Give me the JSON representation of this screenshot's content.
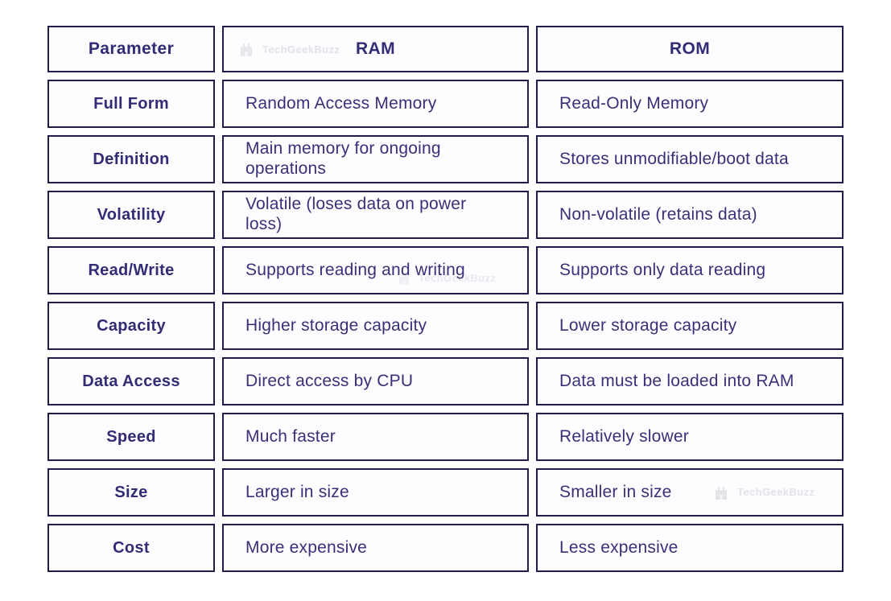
{
  "title": "RAM vs ROM comparison table",
  "watermark": {
    "label": "TechGeekBuzz",
    "icon": "techgeekbuzz-logo-icon"
  },
  "colors": {
    "cell_border": "#1f1e4a",
    "cell_background": "#fdfdff",
    "header_text": "#322c75",
    "body_text": "#383179",
    "watermark_text": "#e3e2e8",
    "page_background": "#ffffff"
  },
  "chart_data": {
    "type": "table",
    "columns": [
      "Parameter",
      "RAM",
      "ROM"
    ],
    "rows": [
      [
        "Full Form",
        "Random Access Memory",
        "Read-Only Memory"
      ],
      [
        "Definition",
        "Main memory for ongoing operations",
        "Stores unmodifiable/boot data"
      ],
      [
        "Volatility",
        "Volatile (loses data on power loss)",
        "Non-volatile (retains data)"
      ],
      [
        "Read/Write",
        "Supports reading and writing",
        "Supports only data reading"
      ],
      [
        "Capacity",
        "Higher storage capacity",
        "Lower storage capacity"
      ],
      [
        "Data Access",
        "Direct access by CPU",
        "Data must be loaded into RAM"
      ],
      [
        "Speed",
        "Much faster",
        "Relatively slower"
      ],
      [
        "Size",
        "Larger in size",
        "Smaller in size"
      ],
      [
        "Cost",
        "More expensive",
        "Less expensive"
      ]
    ],
    "layout": {
      "grid": "separated-boxes",
      "header_row": true,
      "legend": "none"
    }
  }
}
